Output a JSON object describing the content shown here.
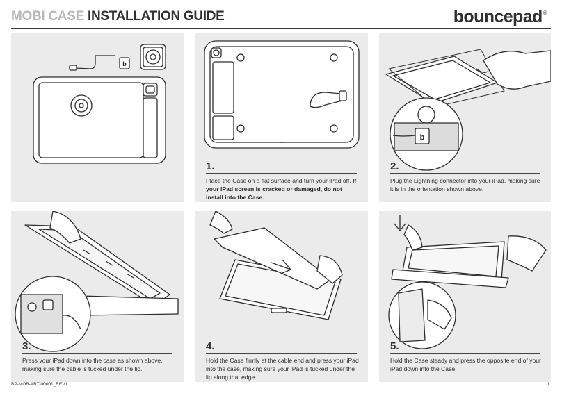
{
  "header": {
    "title_light": "MOBI CASE",
    "title_dark": "INSTALLATION GUIDE",
    "brand": "bouncepad",
    "brand_mark": "®"
  },
  "steps": [
    {
      "num": "1.",
      "text": "Place the Case on a flat surface and turn your iPad off.",
      "bold": "If your iPad screen is cracked or damaged, do not install into the Case."
    },
    {
      "num": "2.",
      "text": "Plug the Lightning connector into your iPad, making sure it is in the orientation shown above."
    },
    {
      "num": "3.",
      "text": "Press your iPad down into the case as shown above, making sure the cable is tucked under the lip."
    },
    {
      "num": "4.",
      "text": "Hold the Case firmly at the cable end and press your iPad into the case, making sure your iPad is tucked under the lip along that edge."
    },
    {
      "num": "5.",
      "text": "Hold the Case steady and press the opposite end of your iPad down into the Case."
    }
  ],
  "icons": {
    "brand_badge": "b"
  },
  "footer": {
    "ref": "BP-MOB-ART-00001_REV1",
    "page": "1."
  }
}
